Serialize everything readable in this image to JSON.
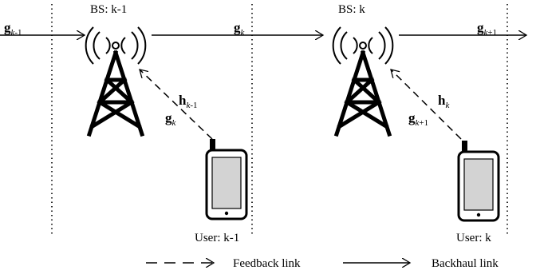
{
  "base_stations": [
    {
      "label": "BS: k-1"
    },
    {
      "label": "BS: k"
    }
  ],
  "users": [
    {
      "label": "User: k-1"
    },
    {
      "label": "User: k"
    }
  ],
  "backhaul_labels": [
    {
      "symbol": "g",
      "sub_var": "k",
      "sub_rest": "-1"
    },
    {
      "symbol": "g",
      "sub_var": "k",
      "sub_rest": ""
    },
    {
      "symbol": "g",
      "sub_var": "k",
      "sub_rest": "+1"
    }
  ],
  "feedback_labels": [
    {
      "h_symbol": "h",
      "h_sub_var": "k",
      "h_sub_rest": "-1",
      "g_symbol": "g",
      "g_sub_var": "k",
      "g_sub_rest": ""
    },
    {
      "h_symbol": "h",
      "h_sub_var": "k",
      "h_sub_rest": "",
      "g_symbol": "g",
      "g_sub_var": "k",
      "g_sub_rest": "+1"
    }
  ],
  "legend": {
    "feedback": "Feedback link",
    "backhaul": "Backhaul link"
  }
}
